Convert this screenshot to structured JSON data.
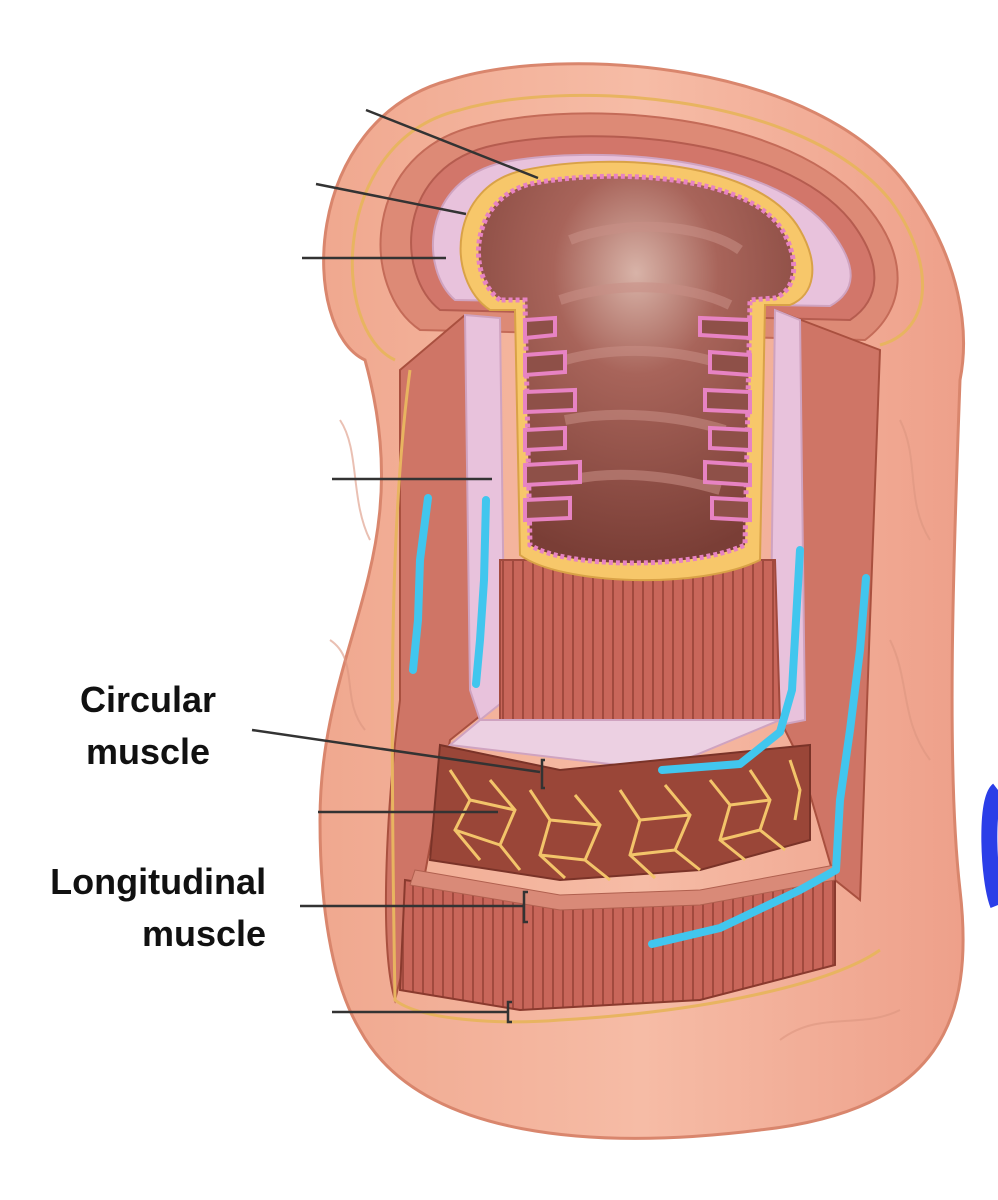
{
  "labels": {
    "circular_muscle": {
      "line1": "Circular",
      "line2": "muscle"
    },
    "longitudinal_muscle": {
      "line1": "Longitudinal",
      "line2": "muscle"
    }
  },
  "colors": {
    "serosa_outer": "#f2ab91",
    "serosa_edge": "#e39c82",
    "muscle_layer": "#cf7566",
    "muscle_dark": "#9a4638",
    "submucosa": "#e8c2dc",
    "mucosa_yellow": "#f7c76a",
    "lumen": "#8e5048",
    "villi_pink": "#e783c3",
    "plexus_lines": "#f3c46a",
    "highlight_cyan": "#41c6ee",
    "label_text": "#111111"
  }
}
